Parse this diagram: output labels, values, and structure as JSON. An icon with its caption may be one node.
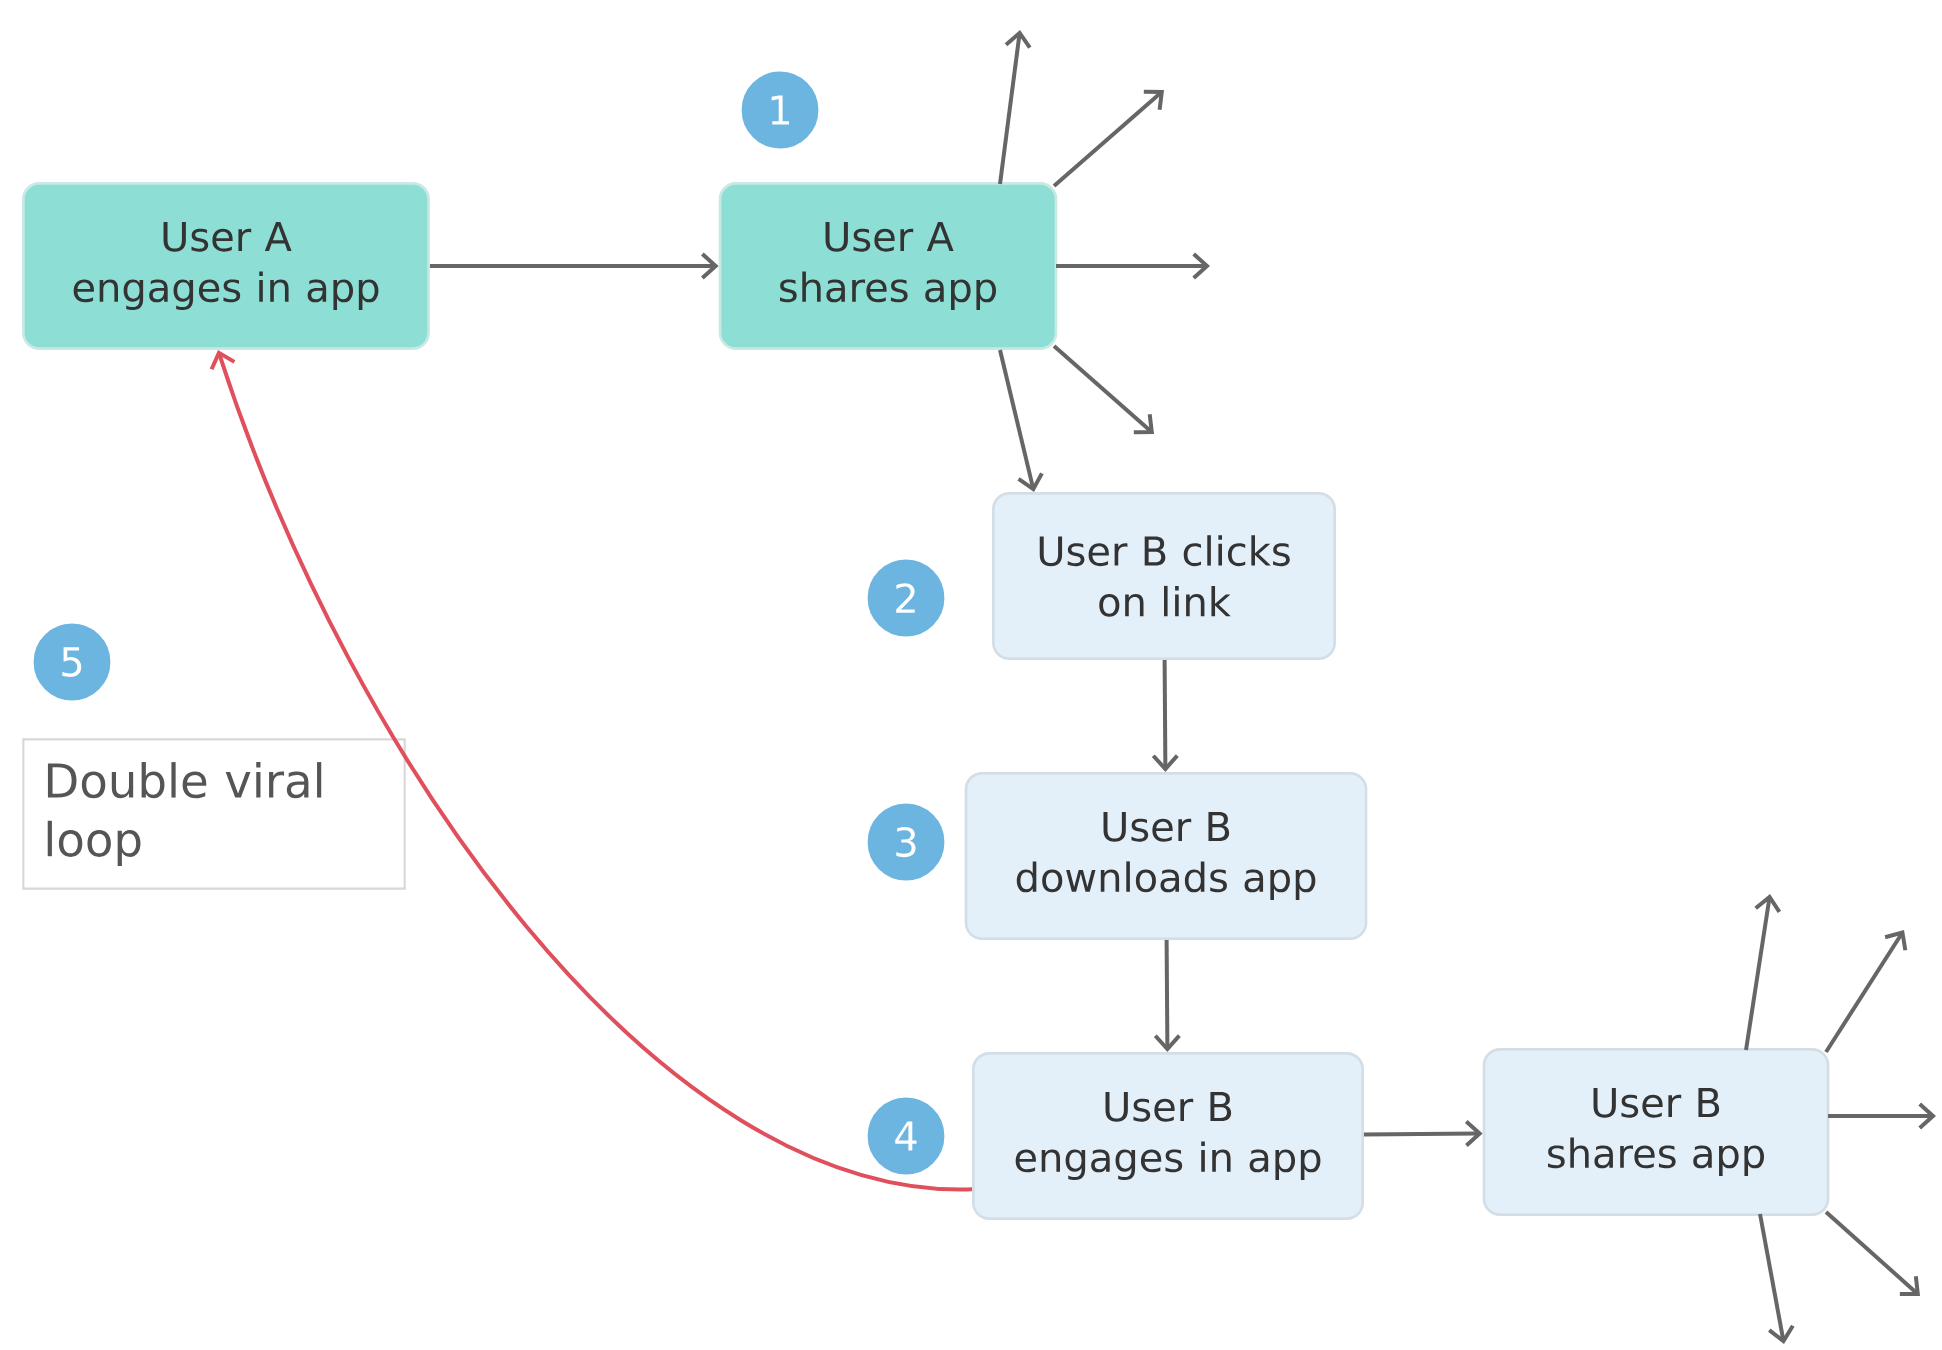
{
  "diagram": {
    "nodes": [
      {
        "text": [
          "1"
        ]
      },
      {
        "text": [
          "User A engages in app"
        ]
      },
      {
        "text": [
          "User A shares app"
        ]
      },
      {
        "text": [
          "2"
        ]
      },
      {
        "text": [
          "User B clicks on link"
        ]
      },
      {
        "text": [
          "5"
        ]
      },
      {
        "text": [
          "Double viral loop"
        ]
      },
      {
        "text": [
          "3"
        ]
      },
      {
        "text": [
          "User B downloads app"
        ]
      },
      {
        "text": [
          "4"
        ]
      },
      {
        "text": [
          "User B engages in app"
        ]
      },
      {
        "text": [
          "User B shares app"
        ]
      }
    ],
    "edges": [
      {
        "from": 1,
        "to": 2,
        "arrow": "to"
      },
      {
        "from": 2,
        "to": 4,
        "arrow": "to"
      },
      {
        "from": 4,
        "to": 8,
        "arrow": "to"
      },
      {
        "from": 8,
        "to": 10,
        "arrow": "to"
      },
      {
        "from": 10,
        "to": 11,
        "arrow": "to"
      },
      {
        "from": 10,
        "to": 1,
        "arrow": "to",
        "color": "#e0505c"
      },
      {
        "from": 2,
        "to": null,
        "arrow": "to"
      },
      {
        "from": 2,
        "to": null,
        "arrow": "to"
      },
      {
        "from": 2,
        "to": null,
        "arrow": "to"
      },
      {
        "from": 2,
        "to": null,
        "arrow": "to"
      },
      {
        "from": 11,
        "to": null,
        "arrow": "to"
      },
      {
        "from": 11,
        "to": null,
        "arrow": "to"
      },
      {
        "from": 11,
        "to": null,
        "arrow": "to"
      },
      {
        "from": 11,
        "to": null,
        "arrow": "to"
      },
      {
        "from": 11,
        "to": null,
        "arrow": "to"
      }
    ]
  }
}
